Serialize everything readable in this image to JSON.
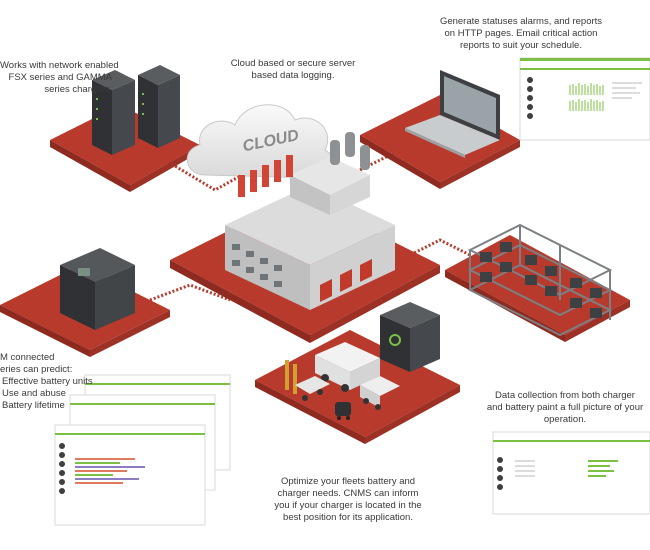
{
  "captions": {
    "chargers": [
      "Works with network enabled",
      "FSX series and GAMMA",
      "series chargers."
    ],
    "cloud": [
      "Cloud based or secure server",
      "based data logging."
    ],
    "reports": [
      "Generate statuses alarms, and reports",
      "on HTTP pages. Email critical action",
      "reports to suit your schedule."
    ],
    "predict_intro": [
      "M connected",
      "eries can predict:"
    ],
    "predict_items": [
      "Effective battery units",
      "Use and abuse",
      "Battery lifetime"
    ],
    "data_collection": [
      "Data collection from both charger",
      "and battery paint a full picture of your",
      "operation."
    ],
    "optimize": [
      "Optimize your fleets battery and",
      "charger needs. CNMS can inform",
      "you if your charger is located in the",
      "best position for its application."
    ]
  },
  "cloud_label": "CLOUD",
  "colors": {
    "platform_red": "#b83a2c",
    "platform_red_dark": "#8e2a1f",
    "accent_green": "#7bc043",
    "dark_gray": "#3d3f42",
    "cloud_gray": "#e8e8e8"
  },
  "icons": [
    "server-rack-icon",
    "cloud-icon",
    "laptop-icon",
    "factory-icon",
    "battery-rack-icon",
    "charger-unit-icon",
    "vehicles-icon"
  ]
}
